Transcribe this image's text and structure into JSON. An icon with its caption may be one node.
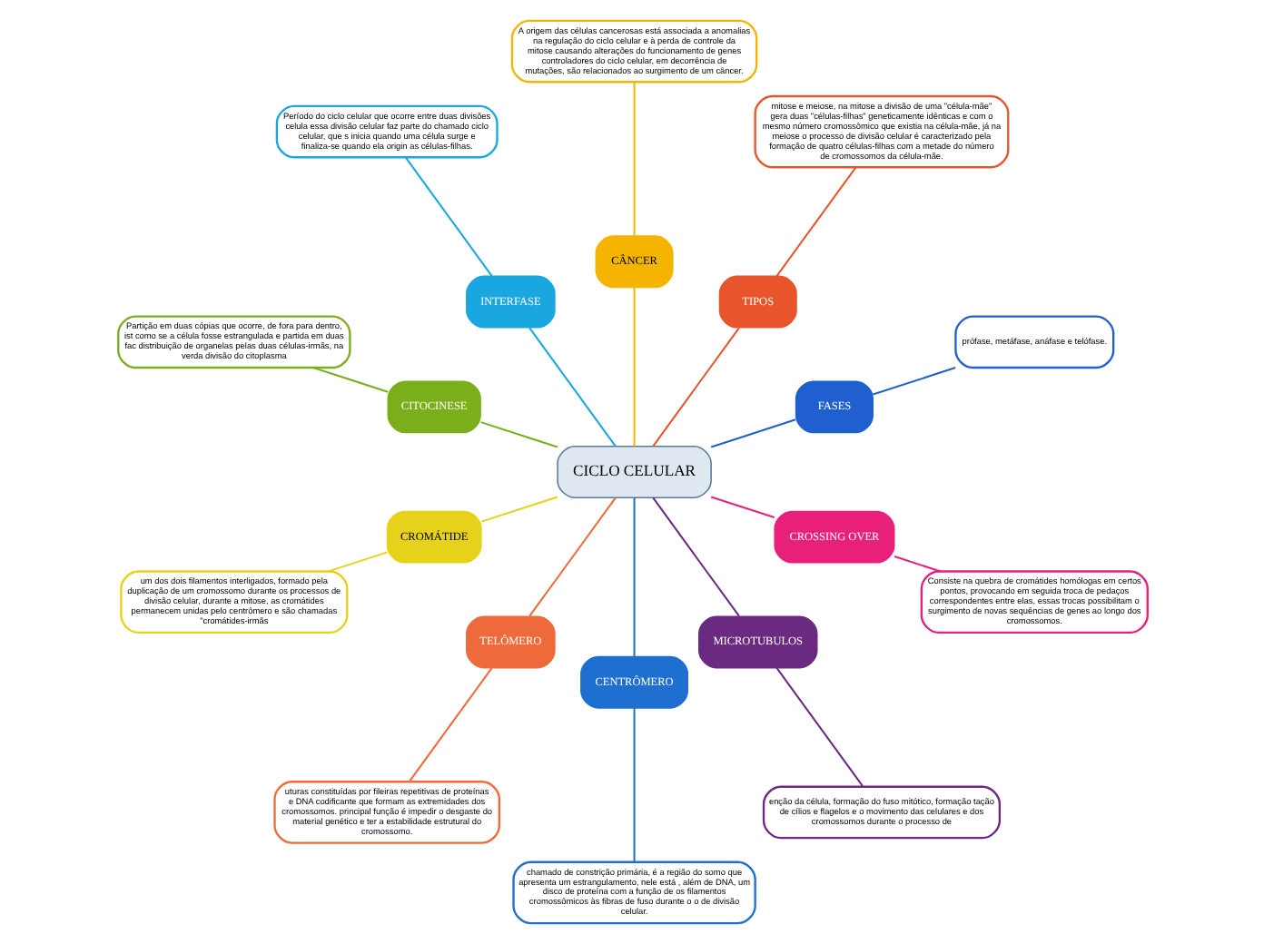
{
  "diagram": {
    "nodes": [
      {
        "text": [
          "CICLO CELULAR"
        ]
      },
      {
        "text": [
          "FASES"
        ]
      },
      {
        "text": [
          "prófase, metáfase, anáfase e telófase."
        ]
      },
      {
        "text": [
          "TIPOS"
        ]
      },
      {
        "text": [
          "mitose e meiose, na mitose a divisão de uma \"célula-mãe\" gera duas \"células-filhas\" geneticamente idênticas e com o mesmo número cromossômico que existia na célula-mãe, já na meiose o processo de divisão celular é caracterizado pela formação de quatro células-filhas com a metade do número de cromossomos da célula-mãe."
        ]
      },
      {
        "text": [
          "CÂNCER"
        ]
      },
      {
        "text": [
          "A origem das células cancerosas está associada a anomalias na regulação do ciclo celular e à perda de controle da mitose causando alterações do funcionamento de genes controladores do ciclo celular, em decorrência de mutações, são relacionados ao surgimento de um câncer."
        ]
      },
      {
        "text": [
          "INTERFASE"
        ]
      },
      {
        "text": [
          "Período do ciclo celular que ocorre entre duas divisões celula essa divisão celular faz parte do chamado ciclo celular, que s inicia quando uma célula surge e finaliza-se quando ela origin as células-filhas."
        ]
      },
      {
        "text": [
          "CITOCINESE"
        ]
      },
      {
        "text": [
          "Partição em duas cópias que ocorre, de fora para dentro, ist como se a célula fosse estrangulada e partida em duas fac distribuição de organelas pelas duas células-irmãs, na verda divisão do citoplasma"
        ]
      },
      {
        "text": [
          "CROMÁTIDE"
        ]
      },
      {
        "text": [
          "um dos dois filamentos interligados, formado pela duplicação de um cromossomo durante os processos de divisão celular, durante a mitose, as cromátides permanecem unidas pelo centrômero e são chamadas \"cromátides-irmãs"
        ]
      },
      {
        "text": [
          "TELÔMERO"
        ]
      },
      {
        "text": [
          "uturas constituídas por fileiras repetitivas de proteínas e DNA codificante que formam as extremidades dos cromossomos. principal função é impedir o desgaste do material genético e ter a estabilidade estrutural do cromossomo."
        ]
      },
      {
        "text": [
          "CENTRÔMERO"
        ]
      },
      {
        "text": [
          "chamado de constrição primária, é a região do somo que apresenta um estrangulamento, nele está , além de DNA, um disco de proteína com a função de os filamentos cromossômicos às fibras de fuso durante o o de divisão celular."
        ]
      },
      {
        "text": [
          "MICROTUBULOS"
        ]
      },
      {
        "text": [
          "enção da célula, formação do fuso mitótico, formação tação de cílios e flagelos e o movimento das celulares e dos cromossomos durante o processo de"
        ]
      },
      {
        "text": [
          "CROSSING OVER"
        ]
      },
      {
        "text": [
          "Consiste na quebra de cromátides homólogas em certos pontos, provocando em seguida troca de pedaços correspondentes entre elas, essas trocas possibilitam o surgimento de novas sequências de genes ao longo dos cromossomos."
        ]
      }
    ],
    "edges": [
      {
        "from": 0,
        "to": 1,
        "arrow": "none",
        "color": "#1f5fd0"
      },
      {
        "from": 1,
        "to": 2,
        "arrow": "none",
        "color": "#1f5fd0"
      },
      {
        "from": 0,
        "to": 3,
        "arrow": "none",
        "color": "#e8552d"
      },
      {
        "from": 3,
        "to": 4,
        "arrow": "none",
        "color": "#e8552d"
      },
      {
        "from": 0,
        "to": 5,
        "arrow": "none",
        "color": "#f5b400"
      },
      {
        "from": 5,
        "to": 6,
        "arrow": "none",
        "color": "#f5b400"
      },
      {
        "from": 0,
        "to": 7,
        "arrow": "none",
        "color": "#1aa7e0"
      },
      {
        "from": 7,
        "to": 8,
        "arrow": "none",
        "color": "#1aa7e0"
      },
      {
        "from": 0,
        "to": 9,
        "arrow": "none",
        "color": "#7aae1a"
      },
      {
        "from": 9,
        "to": 10,
        "arrow": "none",
        "color": "#7aae1a"
      },
      {
        "from": 0,
        "to": 11,
        "arrow": "none",
        "color": "#e6d21a"
      },
      {
        "from": 11,
        "to": 12,
        "arrow": "none",
        "color": "#e6d21a"
      },
      {
        "from": 0,
        "to": 13,
        "arrow": "none",
        "color": "#ef6a3a"
      },
      {
        "from": 13,
        "to": 14,
        "arrow": "none",
        "color": "#ef6a3a"
      },
      {
        "from": 0,
        "to": 15,
        "arrow": "none",
        "color": "#1f6fd0"
      },
      {
        "from": 15,
        "to": 16,
        "arrow": "none",
        "color": "#1f6fd0"
      },
      {
        "from": 0,
        "to": 17,
        "arrow": "none",
        "color": "#6a2a80"
      },
      {
        "from": 17,
        "to": 18,
        "arrow": "none",
        "color": "#6a2a80"
      },
      {
        "from": 0,
        "to": 19,
        "arrow": "none",
        "color": "#e8207a"
      },
      {
        "from": 19,
        "to": 20,
        "arrow": "none",
        "color": "#e8207a"
      }
    ]
  }
}
